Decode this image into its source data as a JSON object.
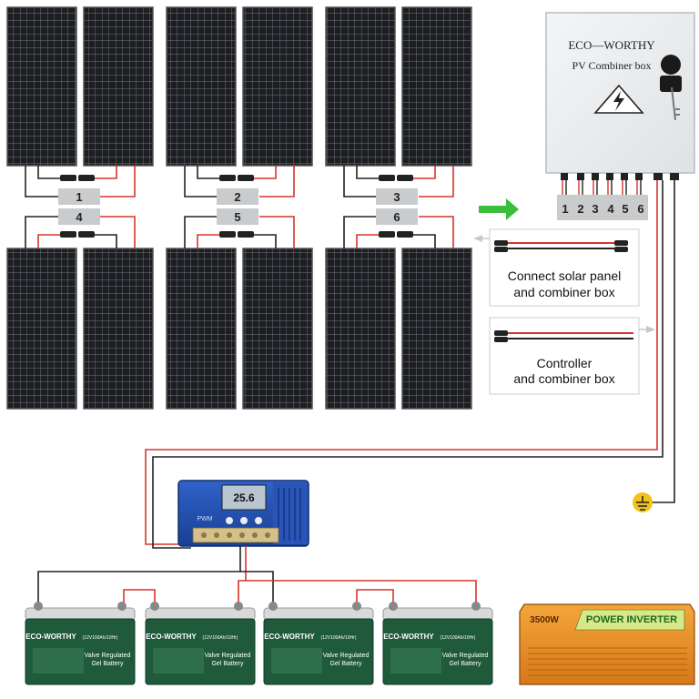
{
  "combiner_box": {
    "brand": "ECO—WORTHY",
    "title": "PV Combiner box",
    "terminals": [
      "1",
      "2",
      "3",
      "4",
      "5",
      "6"
    ]
  },
  "connectors": [
    "1",
    "2",
    "3",
    "4",
    "5",
    "6"
  ],
  "legend": {
    "panel_cable": "Connect solar panel\nand combiner box",
    "controller_cable": "Controller\nand combiner box"
  },
  "controller": {
    "display": "25.6",
    "badge": "PWM"
  },
  "batteries": [
    {
      "brand": "ECO-WORTHY",
      "spec": "(12V100Ah/10Hr)",
      "type": "Valve Regulated\nGel Battery"
    },
    {
      "brand": "ECO-WORTHY",
      "spec": "(12V100Ah/10Hr)",
      "type": "Valve Regulated\nGel Battery"
    },
    {
      "brand": "ECO-WORTHY",
      "spec": "(12V100Ah/10Hr)",
      "type": "Valve Regulated\nGel Battery"
    },
    {
      "brand": "ECO-WORTHY",
      "spec": "(12V100Ah/10Hr)",
      "type": "Valve Regulated\nGel Battery"
    }
  ],
  "inverter": {
    "title": "POWER INVERTER",
    "power": "3500W"
  },
  "colors": {
    "panel": "#1c1e22",
    "cell_line": "#8a8f98",
    "wire_red": "#d9342b",
    "wire_black": "#222222",
    "battery": "#1f5a3a",
    "inverter": "#e88a1a",
    "arrow": "#3bbf3b",
    "box": "#eef0f2"
  }
}
